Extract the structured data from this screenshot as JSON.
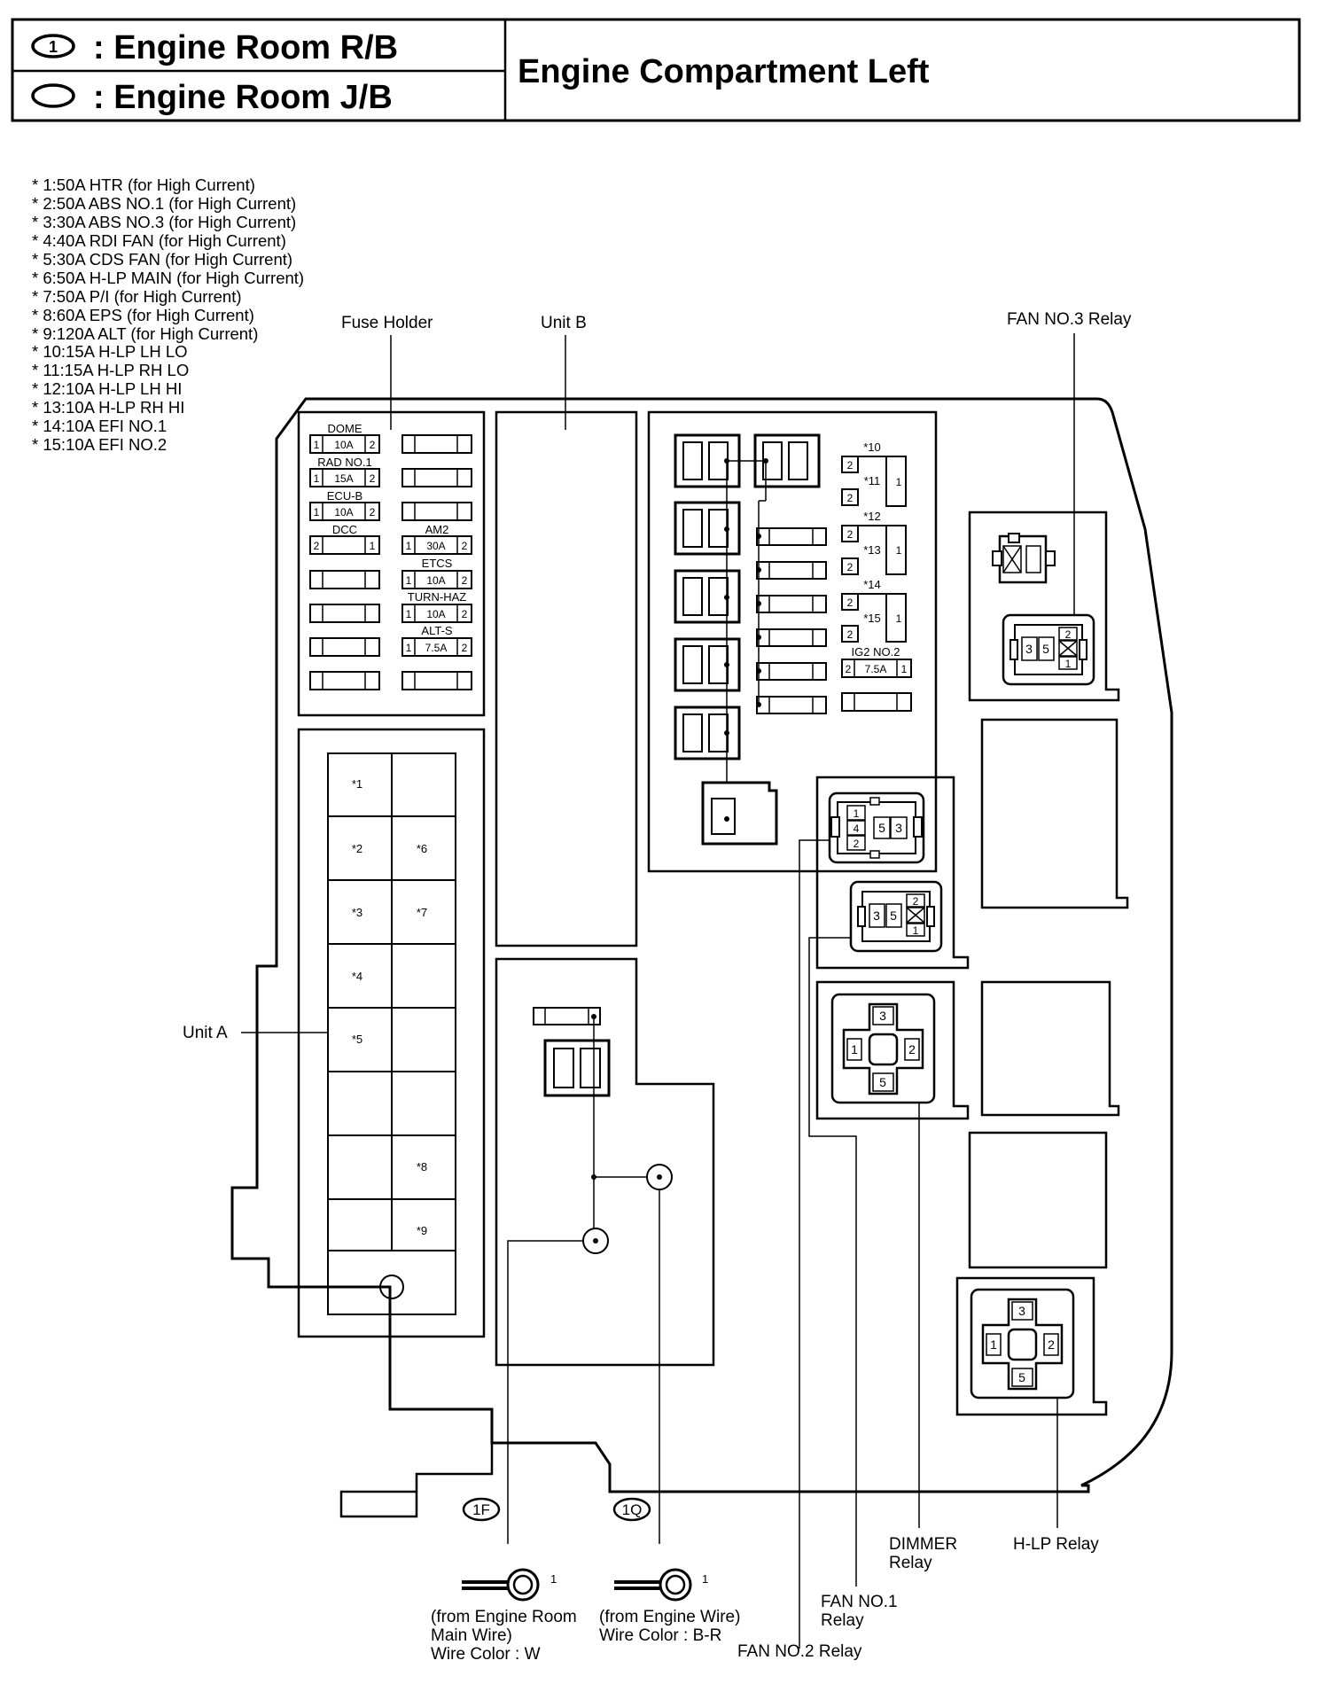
{
  "legend": {
    "r_b": {
      "symbol_num": "1",
      "text": ": Engine Room R/B"
    },
    "j_b": {
      "text": ": Engine Room J/B"
    },
    "title": "Engine Compartment Left"
  },
  "fuse_list": [
    "* 1:50A HTR (for High Current)",
    "* 2:50A ABS NO.1 (for High Current)",
    "* 3:30A ABS NO.3 (for High Current)",
    "* 4:40A RDI FAN (for High Current)",
    "* 5:30A CDS FAN (for High Current)",
    "* 6:50A H-LP MAIN (for High Current)",
    "* 7:50A P/I (for High Current)",
    "* 8:60A EPS (for High Current)",
    "* 9:120A ALT (for High Current)",
    "* 10:15A H-LP LH LO",
    "* 11:15A H-LP RH LO",
    "* 12:10A H-LP LH HI",
    "* 13:10A H-LP RH HI",
    "* 14:10A EFI NO.1",
    "* 15:10A EFI NO.2"
  ],
  "callouts": {
    "fuse_holder": "Fuse Holder",
    "unit_b": "Unit B",
    "unit_a": "Unit A",
    "fan3_relay": "FAN NO.3 Relay",
    "dimmer_relay": [
      "DIMMER",
      "Relay"
    ],
    "hlp_relay": "H-LP Relay",
    "fan1_relay": [
      "FAN NO.1",
      "Relay"
    ],
    "fan2_relay": "FAN NO.2 Relay"
  },
  "fuse_holder": {
    "dome": {
      "label": "DOME",
      "p1": "1",
      "amp": "10A",
      "p2": "2"
    },
    "rad1": {
      "label": "RAD NO.1",
      "p1": "1",
      "amp": "15A",
      "p2": "2"
    },
    "ecub": {
      "label": "ECU-B",
      "p1": "1",
      "amp": "10A",
      "p2": "2"
    },
    "dcc": {
      "label": "DCC",
      "p1": "2",
      "p2": "1"
    },
    "am2": {
      "label": "AM2",
      "p1": "1",
      "amp": "30A",
      "p2": "2"
    },
    "etcs": {
      "label": "ETCS",
      "p1": "1",
      "amp": "10A",
      "p2": "2"
    },
    "turnhaz": {
      "label": "TURN-HAZ",
      "p1": "1",
      "amp": "10A",
      "p2": "2"
    },
    "alts": {
      "label": "ALT-S",
      "p1": "1",
      "amp": "7.5A",
      "p2": "2"
    }
  },
  "unit_a_cells": {
    "l1": "*1",
    "l2": "*2",
    "l3": "*3",
    "l4": "*4",
    "l5": "*5",
    "r2": "*6",
    "r3": "*7",
    "r7": "*8",
    "r8": "*9"
  },
  "right_fuses": {
    "f10": "*10",
    "f11": "*11",
    "f12": "*12",
    "f13": "*13",
    "f14": "*14",
    "f15": "*15",
    "pin1": "1",
    "pin2": "2",
    "ig2": {
      "label": "IG2 NO.2",
      "p1": "2",
      "amp": "7.5A",
      "p2": "1"
    }
  },
  "relay_pins": {
    "fan3": {
      "a": "3",
      "b": "5",
      "c": "2",
      "d": "1"
    },
    "fan1": {
      "a": "1",
      "b": "4",
      "c": "2",
      "d": "5",
      "e": "3"
    },
    "fan2": {
      "a": "3",
      "b": "5",
      "c": "2",
      "d": "1"
    },
    "dimmer": {
      "top": "3",
      "left": "1",
      "right": "2",
      "bottom": "5"
    },
    "hlp": {
      "top": "3",
      "left": "1",
      "right": "2",
      "bottom": "5"
    }
  },
  "connectors": {
    "c1f": {
      "code": "1F",
      "pin": "1",
      "desc": [
        "(from Engine Room",
        "Main Wire)",
        "Wire Color : W"
      ]
    },
    "c1q": {
      "code": "1Q",
      "pin": "1",
      "desc": [
        "(from Engine Wire)",
        "Wire Color : B-R"
      ]
    }
  }
}
